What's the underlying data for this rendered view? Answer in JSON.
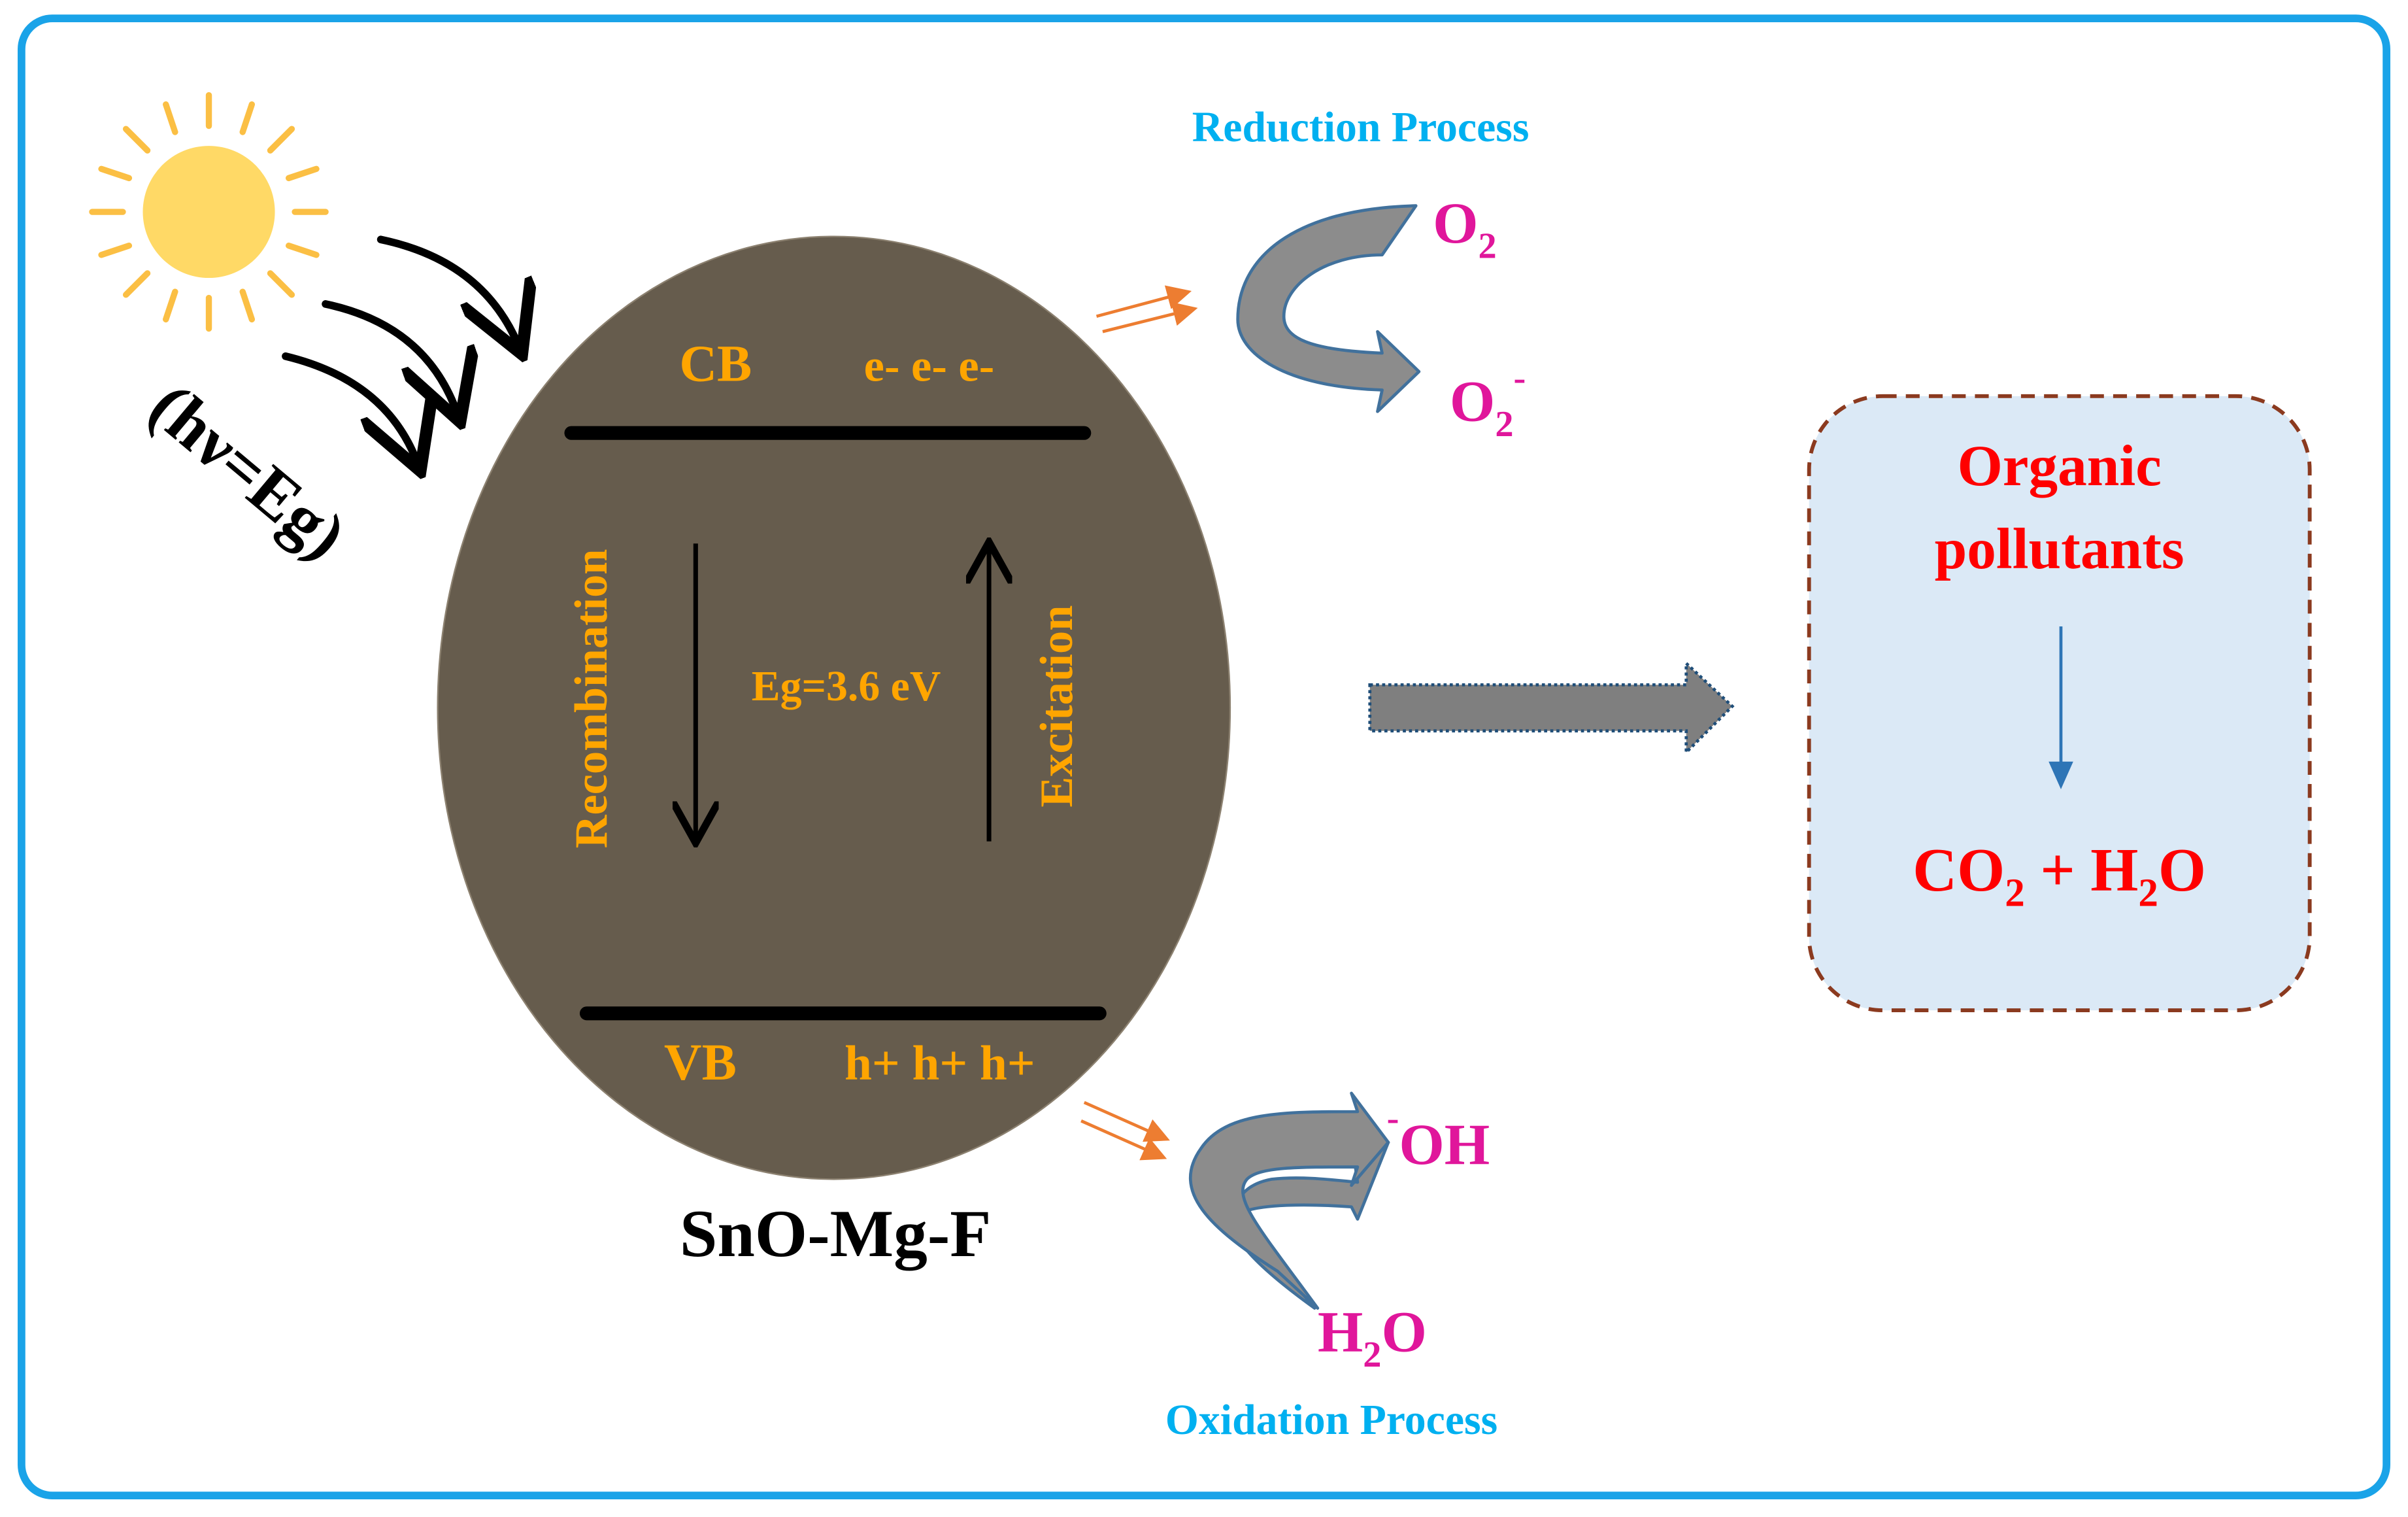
{
  "colors": {
    "frame": "#1aa3e8",
    "sun": "#ffd966",
    "sun_rays": "#fbbf44",
    "particle": "#665c4d",
    "band_text": "#ffa500",
    "process_label": "#00b0f0",
    "species": "#e0169b",
    "pollutant_text": "#ff0000",
    "box_fill": "#dbe9f6",
    "box_border": "#8b3a1f",
    "curved_arrow_fill": "#8c8c8c",
    "curved_arrow_stroke": "#41719c",
    "small_arrows": "#ed7d31"
  },
  "icons": [
    "sun-icon",
    "light-ray-arrow-icon",
    "curved-arrow-icon",
    "big-right-arrow-icon",
    "down-arrow-icon"
  ],
  "light": {
    "label": "(hν=Eg)"
  },
  "particle": {
    "cb_label": "CB",
    "electrons": "e- e- e-",
    "vb_label": "VB",
    "holes": "h+ h+ h+",
    "recombination": "Recombination",
    "excitation": "Excitation",
    "band_gap": "Eg=3.6 eV",
    "name": "SnO-Mg-F"
  },
  "reduction": {
    "title": "Reduction Process",
    "reactant": "O",
    "reactant_sub": "2",
    "product": "O",
    "product_sub": "2",
    "product_sup": "-"
  },
  "oxidation": {
    "title": "Oxidation Process",
    "product_sup": "-",
    "product": "OH",
    "reactant_h": "H",
    "reactant_sub": "2",
    "reactant_o": "O"
  },
  "result_box": {
    "line1": "Organic",
    "line2": "pollutants",
    "co": "CO",
    "co_sub": "2",
    "plus": " + H",
    "h2o_sub": "2",
    "o": "O"
  }
}
